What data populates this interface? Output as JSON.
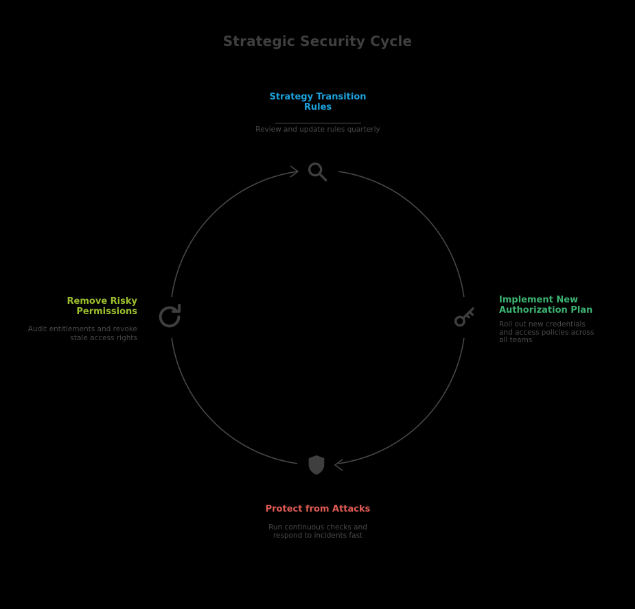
{
  "title": "Strategic Security Cycle",
  "colors": {
    "background": "#000000",
    "heading": "#3f3f3f",
    "body_text": "#4a4a4a",
    "divider": "#555555",
    "circle": "#474747",
    "icon": "#3f3f3f",
    "top_accent": "#1ba3dd",
    "right_accent": "#3cb371",
    "bottom_accent": "#e05b55",
    "left_accent": "#9cbf2e"
  },
  "phases": {
    "top": {
      "title": "Strategy Transition\nRules",
      "description": "Review and update rules quarterly",
      "icon": "magnifier-icon"
    },
    "right": {
      "title": "Implement New\nAuthorization Plan",
      "description": "Roll out new credentials\nand access policies across\nall teams",
      "icon": "key-icon"
    },
    "bottom": {
      "title": "Protect from Attacks",
      "description": "Run continuous checks and\nrespond to incidents fast",
      "icon": "shield-icon"
    },
    "left": {
      "title": "Remove Risky\nPermissions",
      "description": "Audit entitlements and revoke\nstale access rights",
      "icon": "refresh-icon"
    }
  }
}
